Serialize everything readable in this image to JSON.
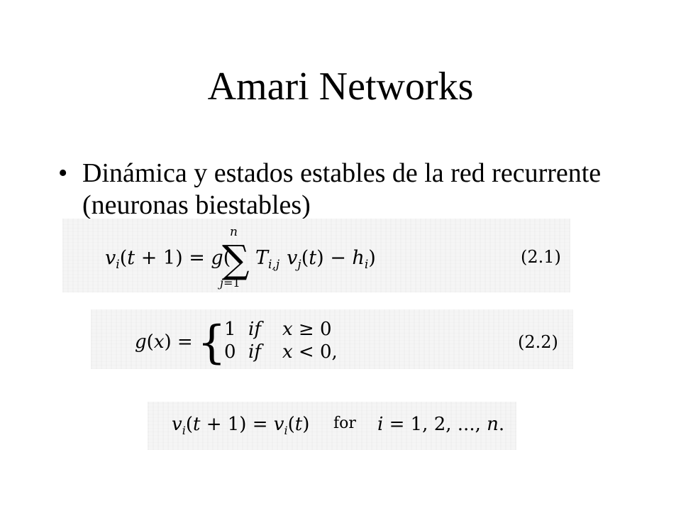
{
  "slide": {
    "title": "Amari Networks",
    "bullet_text": "Dinámica y estados estables de la red recurrente (neuronas biestables)"
  },
  "equations": {
    "eq1_label": "(2.1)",
    "eq2_label": "(2.2)",
    "eq3_for": "for"
  }
}
